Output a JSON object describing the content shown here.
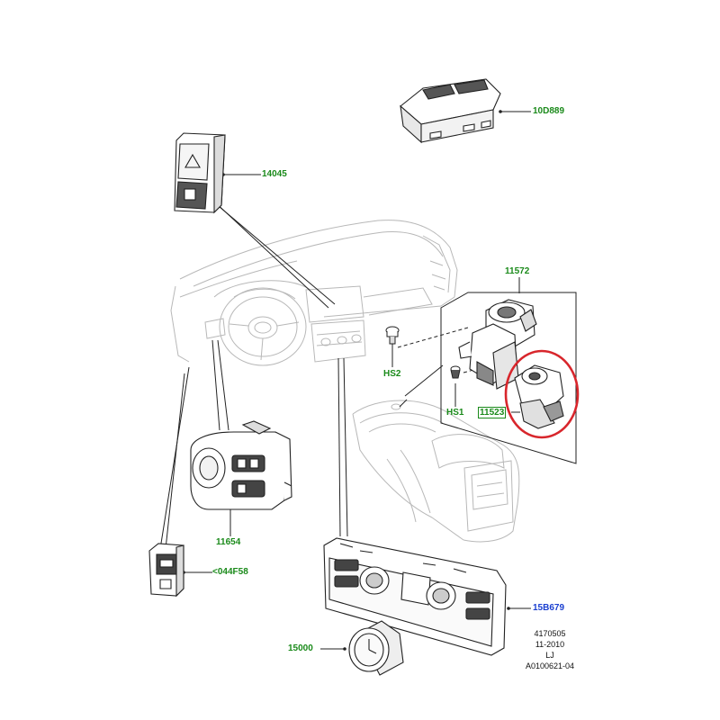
{
  "callouts": {
    "p10D889": "10D889",
    "p14045": "14045",
    "p11572": "11572",
    "hs2": "HS2",
    "hs1": "HS1",
    "p11523": "11523",
    "p11654": "11654",
    "p044F58": "<044F58",
    "p15B679": "15B679",
    "p15000": "15000"
  },
  "reference": {
    "line1": "4170505",
    "line2": "11-2010",
    "line3": "LJ",
    "line4": "A0100621-04"
  },
  "colors": {
    "callout_green": "#1a8a1a",
    "callout_blue": "#1a3fd0",
    "highlight_red": "#d8262c",
    "line_art": "#222222",
    "ghost_art": "#b8b8b8"
  }
}
